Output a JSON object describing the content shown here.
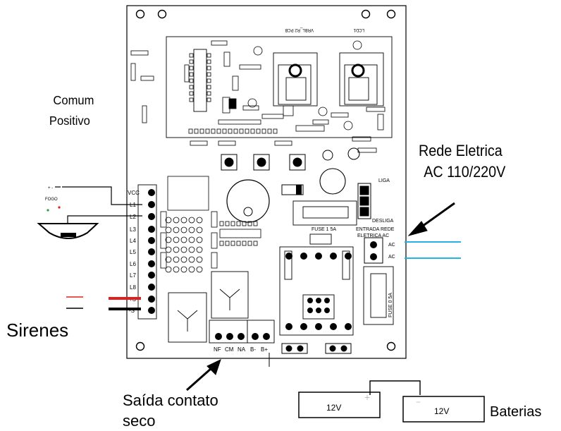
{
  "annotations": {
    "comum": "Comum",
    "positivo": "Positivo",
    "rede_eletrica": "Rede Eletrica",
    "ac_voltage": "AC 110/220V",
    "sirenes": "Sirenes",
    "saida_line1": "Saída contato",
    "saida_line2": "seco",
    "baterias": "Baterias",
    "battery_left": "12V",
    "battery_right": "12V",
    "battery_plus": "+",
    "battery_minus": "−"
  },
  "board": {
    "pcb_name": "VRBL_R2 PCB",
    "lcd_label": "LCD1",
    "fuse_label": "FUSE 1 5A",
    "entrada_rede": "ENTRADA REDE",
    "eletrica_ac": "ELETRICA AC",
    "fuse_vertical": "FUSE 0 5A",
    "liga": "LIGA",
    "desliga": "DESLIGA",
    "contacts": [
      "NF",
      "CM",
      "NA"
    ],
    "battery_terminals": [
      "B-",
      "B+"
    ],
    "terminal_block": [
      "VCC",
      "L1",
      "L2",
      "L3",
      "L4",
      "L5",
      "L6",
      "L7",
      "L8",
      "+S",
      "-S"
    ],
    "ac_pins": [
      "AC",
      "AC"
    ],
    "fogo": "FOGO",
    "detector_sign": "+ -"
  },
  "colors": {
    "siren_red": "#e0201c",
    "ac_line_blue": "#26b2e6",
    "battery_plus_gray": "#bfbfbf",
    "pcb_line": "#000000"
  }
}
